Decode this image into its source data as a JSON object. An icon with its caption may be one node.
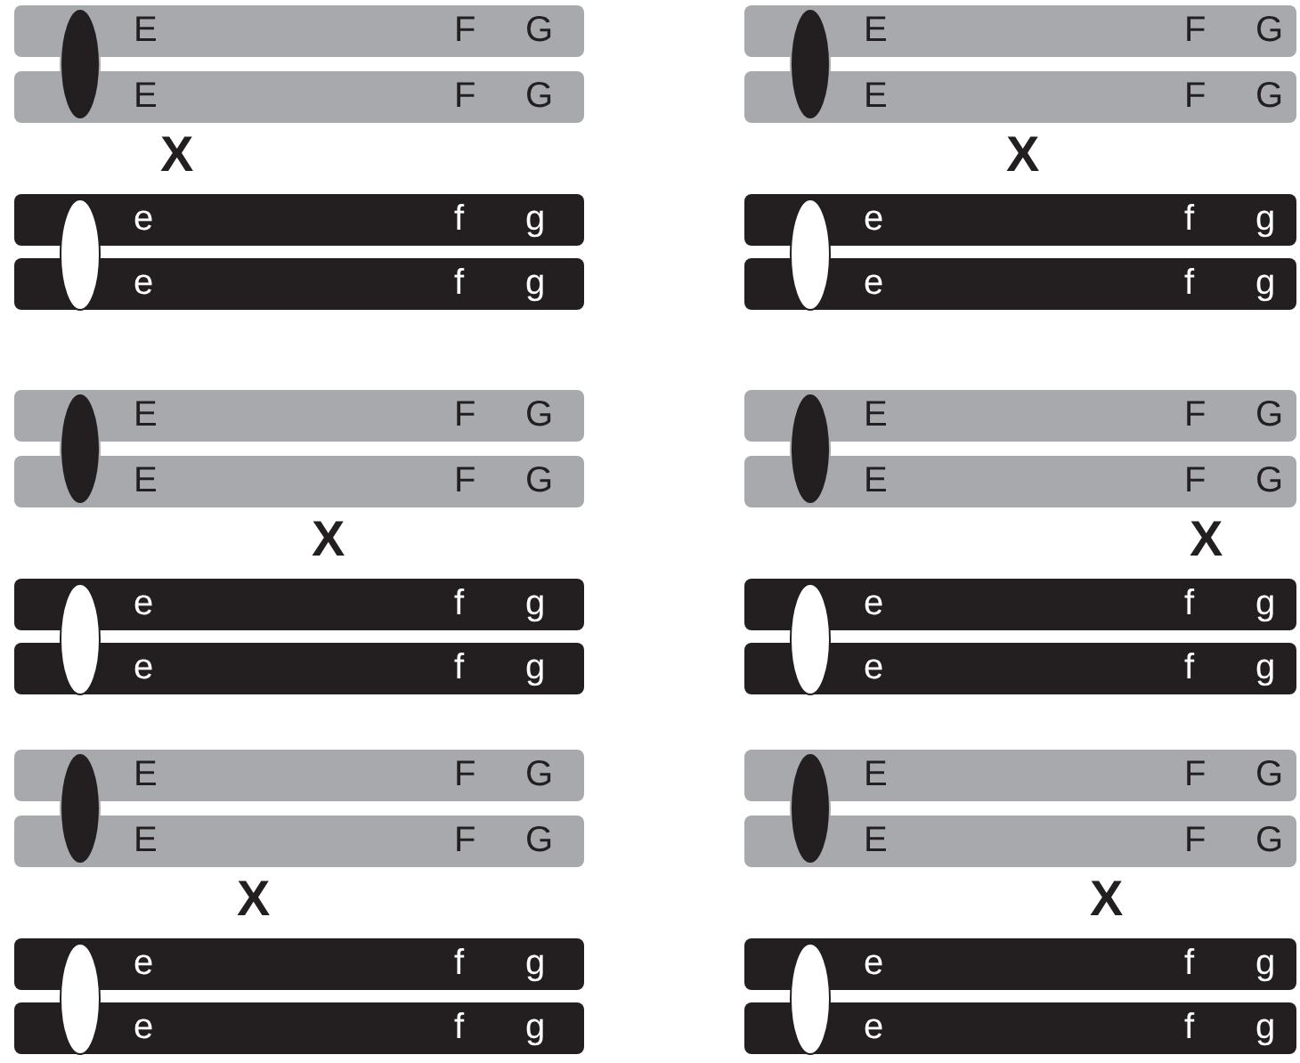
{
  "diagram": {
    "nodes": [
      {
        "text": [
          "E",
          "F",
          "G"
        ]
      },
      {
        "text": [
          "E",
          "F",
          "G"
        ]
      },
      {
        "text": [
          "e",
          "f",
          "g"
        ]
      },
      {
        "text": [
          "e",
          "f",
          "g"
        ]
      },
      {
        "text": [
          "E",
          "F",
          "G"
        ]
      },
      {
        "text": [
          "E",
          "F",
          "G"
        ]
      },
      {
        "text": [
          "e",
          "f",
          "g"
        ]
      },
      {
        "text": [
          "e",
          "f",
          "g"
        ]
      },
      {
        "text": [
          "E",
          "F",
          "G"
        ]
      },
      {
        "text": [
          "E",
          "F",
          "G"
        ]
      },
      {
        "text": [
          "e",
          "f",
          "g"
        ]
      },
      {
        "text": [
          "e",
          "f",
          "g"
        ]
      },
      {
        "text": [
          "E",
          "F",
          "G"
        ]
      },
      {
        "text": [
          "E",
          "F",
          "G"
        ]
      },
      {
        "text": [
          "e",
          "f",
          "g"
        ]
      },
      {
        "text": [
          "e",
          "f",
          "g"
        ]
      },
      {
        "text": [
          "E",
          "F",
          "G"
        ]
      },
      {
        "text": [
          "E",
          "F",
          "G"
        ]
      },
      {
        "text": [
          "e",
          "f",
          "g"
        ]
      },
      {
        "text": [
          "e",
          "f",
          "g"
        ]
      },
      {
        "text": [
          "E",
          "F",
          "G"
        ]
      },
      {
        "text": [
          "E",
          "F",
          "G"
        ]
      },
      {
        "text": [
          "e",
          "f",
          "g"
        ]
      },
      {
        "text": [
          "e",
          "f",
          "g"
        ]
      }
    ],
    "labels": [
      "X",
      "X",
      "X",
      "X",
      "X",
      "X"
    ]
  }
}
